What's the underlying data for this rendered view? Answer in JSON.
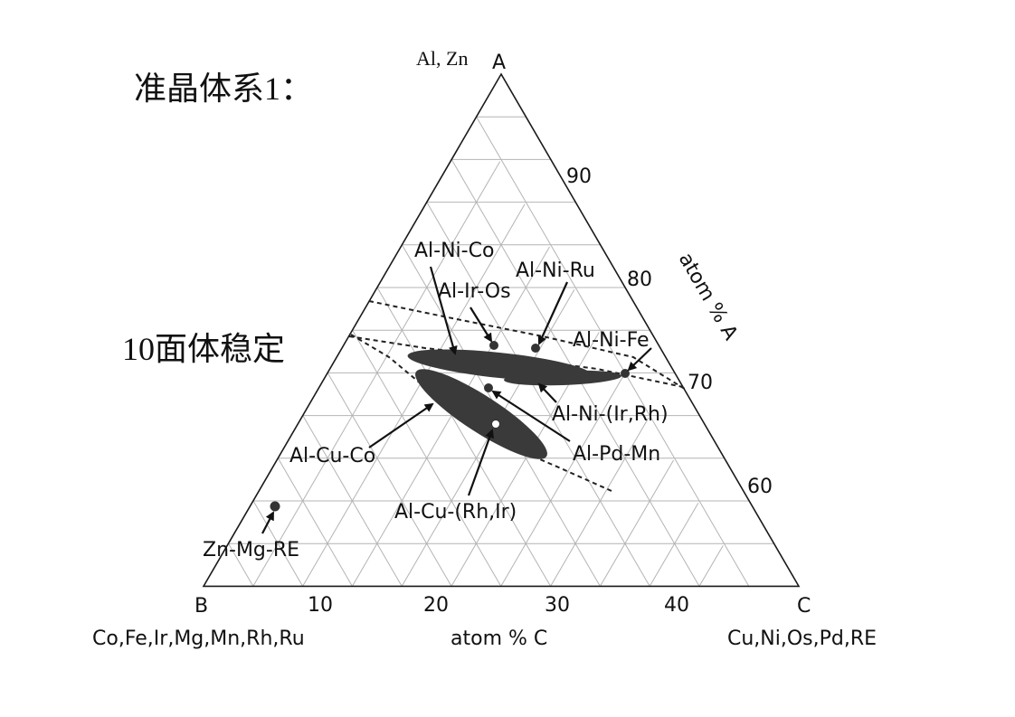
{
  "heading": "准晶体系1：",
  "side_note": "10面体稳定",
  "vertices": {
    "a_elements": "Al, Zn",
    "a_letter": "A",
    "b_letter": "B",
    "c_letter": "C",
    "b_elements": "Co,Fe,Ir,Mg,Mn,Rh,Ru",
    "c_elements": "Cu,Ni,Os,Pd,RE"
  },
  "axes": {
    "right_title": "atom % A",
    "bottom_title": "atom % C",
    "right_ticks": [
      "90",
      "80",
      "70",
      "60"
    ],
    "bottom_ticks": [
      "10",
      "20",
      "30",
      "40"
    ]
  },
  "systems": {
    "al_ni_co": "Al-Ni-Co",
    "al_ni_ru": "Al-Ni-Ru",
    "al_ir_os": "Al-Ir-Os",
    "al_ni_fe": "Al-Ni-Fe",
    "al_ni_ir_rh": "Al-Ni-(Ir,Rh)",
    "al_pd_mn": "Al-Pd-Mn",
    "al_cu_co": "Al-Cu-Co",
    "al_cu_rh_ir": "Al-Cu-(Rh,Ir)",
    "zn_mg_re": "Zn-Mg-RE"
  },
  "colors": {
    "region_fill": "#3a3a3a",
    "grid": "#b4b4b4",
    "edge": "#1a1a1a"
  }
}
